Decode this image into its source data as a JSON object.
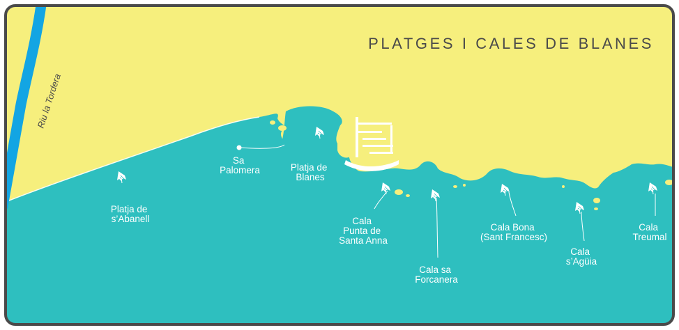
{
  "title": "PLATGES I CALES DE BLANES",
  "river": "Riu la Tordera",
  "colors": {
    "land": "#f6ef7d",
    "sea": "#2ebfbf",
    "river": "#13a5e3",
    "border": "#4a4a4a",
    "label": "#ffffff",
    "title": "#4a4a4a"
  },
  "icon": "beach-umbrella-icon",
  "places": [
    {
      "id": "sa-palomera",
      "lines": [
        "Sa",
        "Palomera"
      ]
    },
    {
      "id": "platja-de-blanes",
      "lines": [
        "Platja de",
        "Blanes"
      ]
    },
    {
      "id": "platja-de-sabanell",
      "lines": [
        "Platja de",
        "s’Abanell"
      ]
    },
    {
      "id": "cala-punta-de-santa-anna",
      "lines": [
        "Cala",
        "Punta de",
        "Santa Anna"
      ]
    },
    {
      "id": "cala-sa-forcanera",
      "lines": [
        "Cala sa",
        "Forcanera"
      ]
    },
    {
      "id": "cala-bona",
      "lines": [
        "Cala Bona",
        "(Sant Francesc)"
      ]
    },
    {
      "id": "cala-sagulla",
      "lines": [
        "Cala",
        "s’Agüia"
      ]
    },
    {
      "id": "cala-treumal",
      "lines": [
        "Cala",
        "Treumal"
      ]
    }
  ]
}
